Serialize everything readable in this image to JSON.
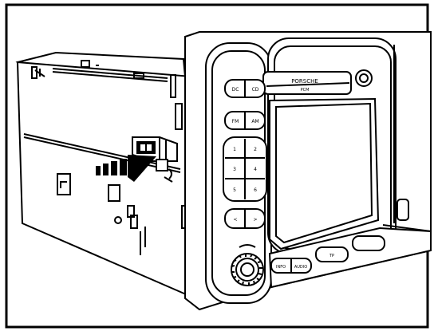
{
  "illustration": {
    "panel_buttons": {
      "top_left": "DC",
      "top_right": "CD",
      "fm_left": "FM",
      "fm_right": "AM",
      "preset_1": "1",
      "preset_2": "2",
      "preset_3": "3",
      "preset_4": "4",
      "preset_5": "5",
      "preset_6": "6",
      "seek_left": "<",
      "seek_right": ">",
      "bottom_left": "INFO",
      "bottom_mid": "AUDIO",
      "bottom_right": "TP"
    },
    "display": {
      "brand": "PORSCHE",
      "sub": "PCM"
    }
  },
  "colors": {
    "ink": "#000000",
    "paper": "#ffffff"
  }
}
